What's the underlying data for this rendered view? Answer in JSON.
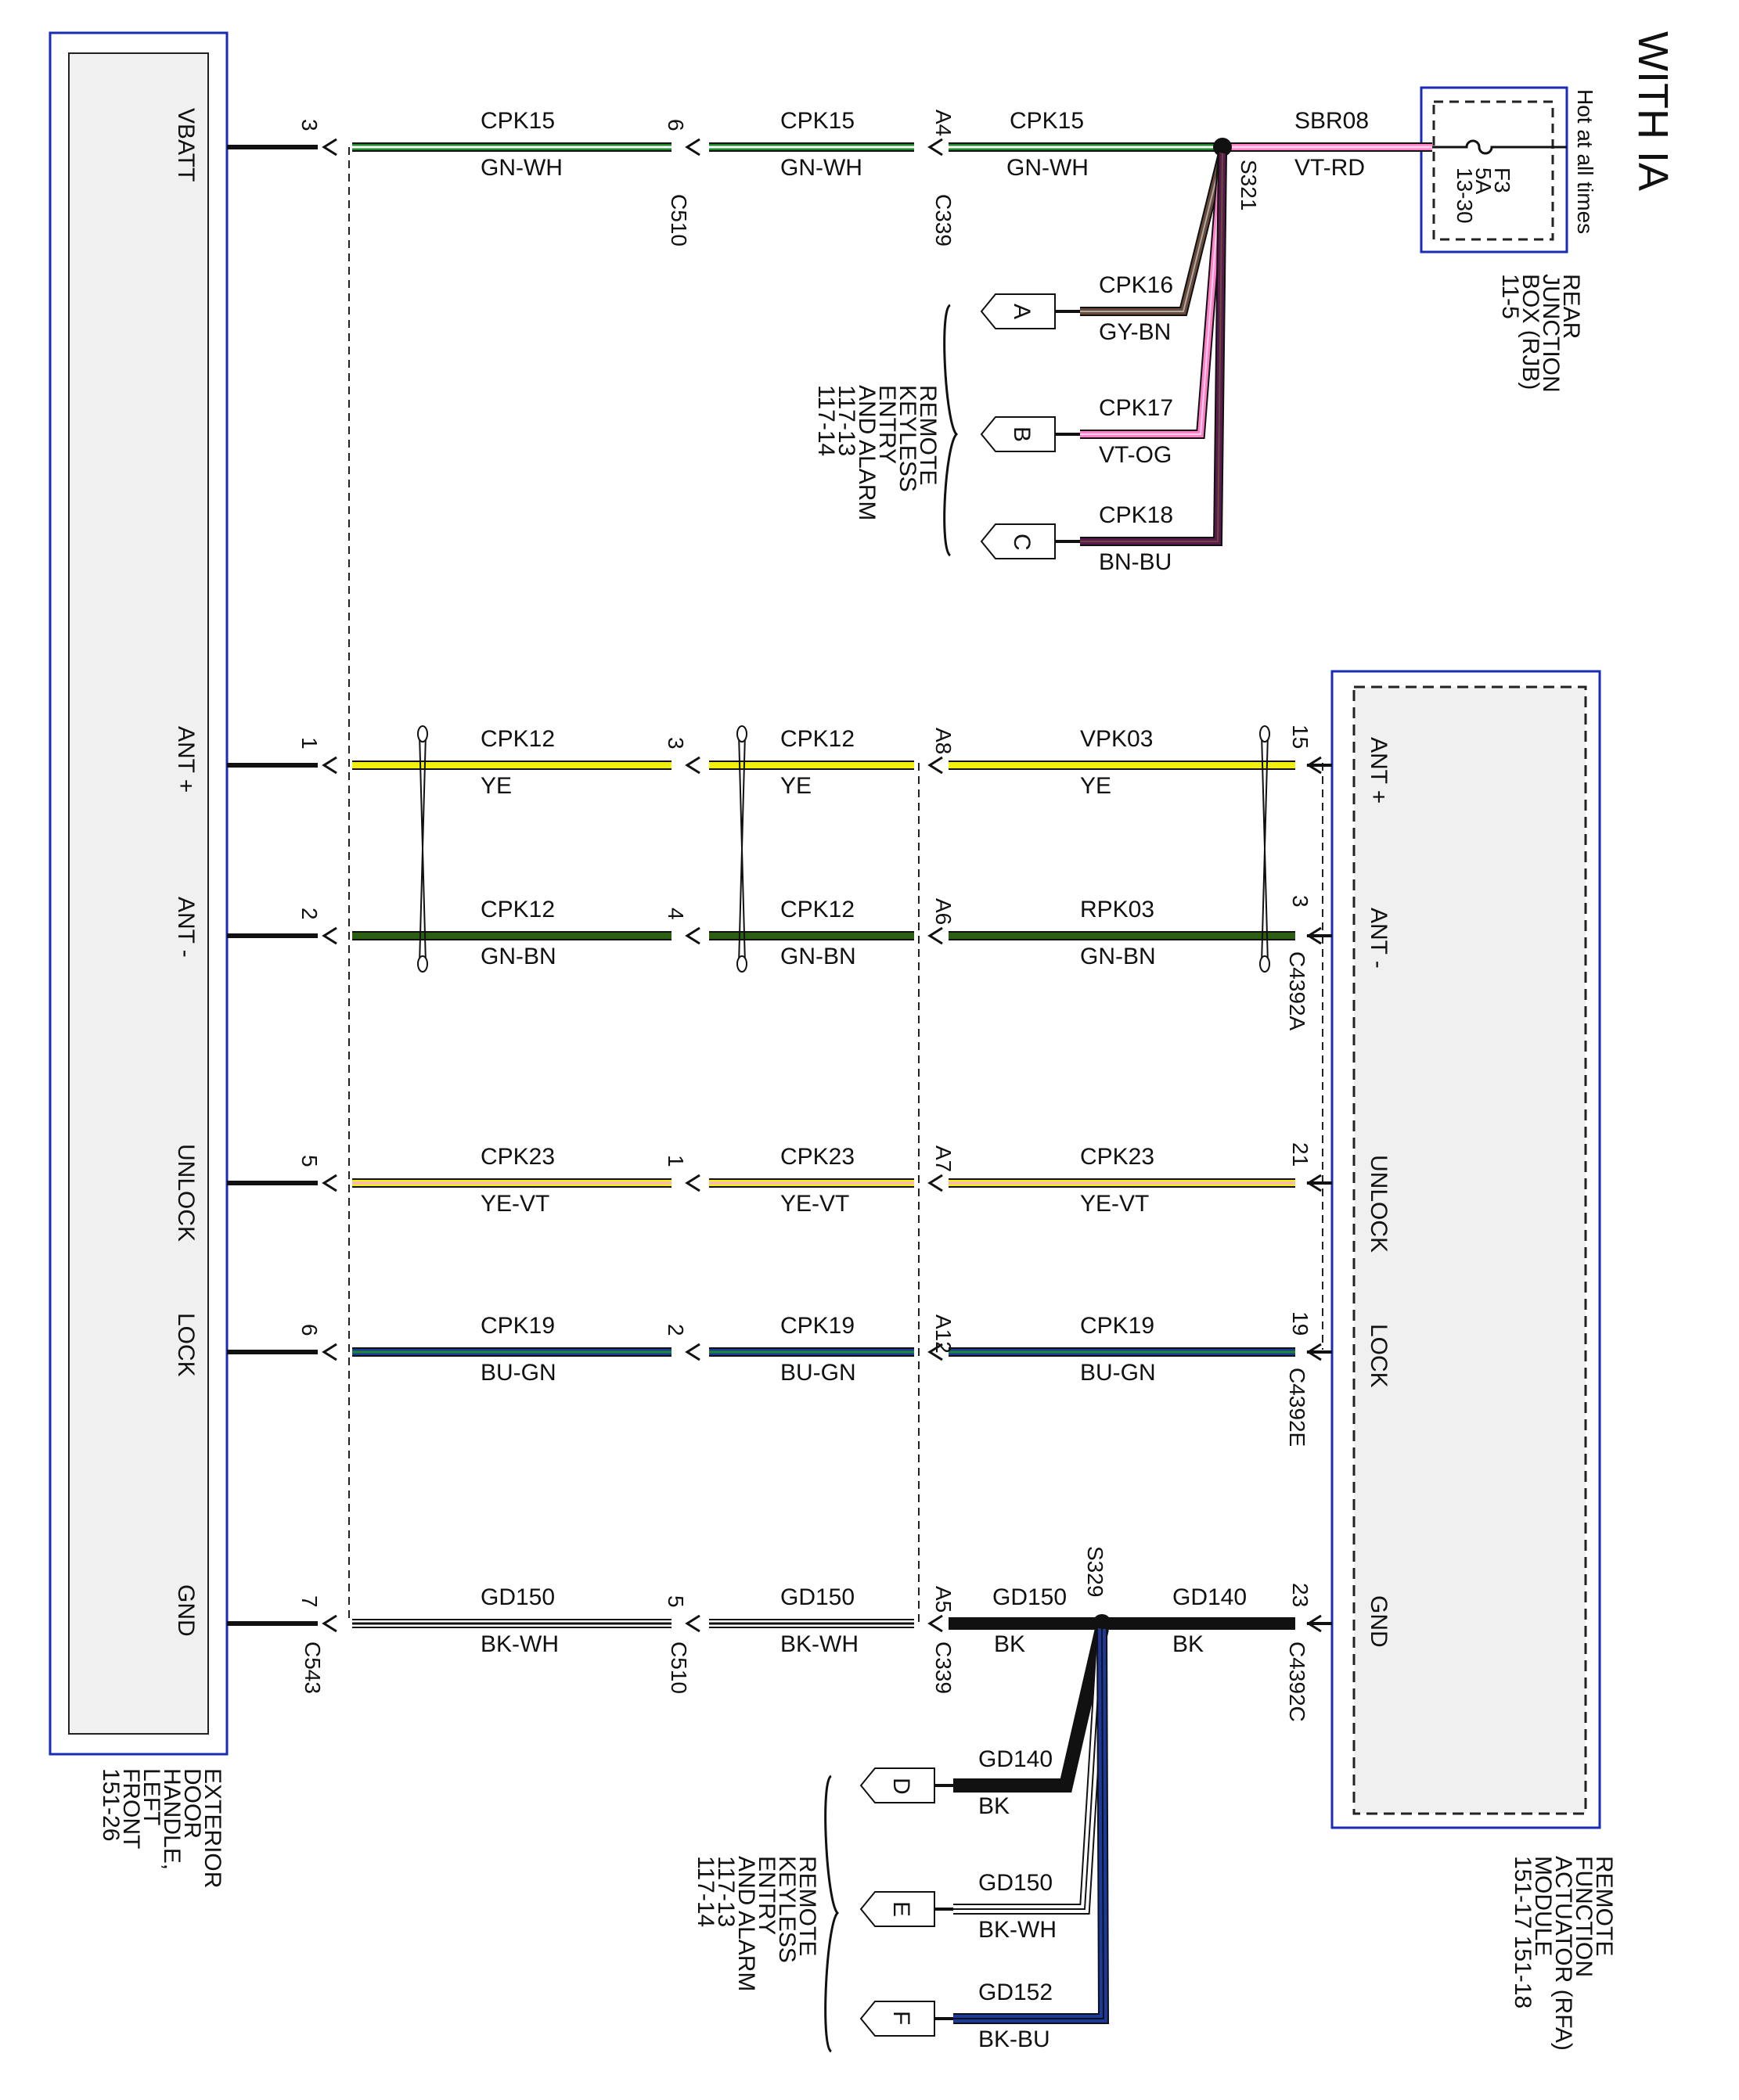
{
  "title": "WITH IA",
  "modules": {
    "left": {
      "name_lines": [
        "EXTERIOR",
        "DOOR",
        "HANDLE,",
        "LEFT",
        "FRONT",
        "151-26"
      ]
    },
    "rfa": {
      "name_lines": [
        "REMOTE",
        "FUNCTION",
        "ACTUATOR (RFA)",
        "MODULE",
        "151-17     151-18"
      ]
    },
    "rjb": {
      "name_lines": [
        "REAR",
        "JUNCTION",
        "BOX (RJB)",
        "11-5"
      ],
      "hot": "Hot at all times",
      "fuse_lines": [
        "F3",
        "5A",
        "13-30"
      ]
    }
  },
  "left_pins": [
    "VBATT",
    "ANT +",
    "ANT -",
    "UNLOCK",
    "LOCK",
    "GND"
  ],
  "right_pins": [
    "ANT +",
    "ANT -",
    "UNLOCK",
    "LOCK",
    "GND"
  ],
  "connectors": {
    "c543": "C543",
    "c510": "C510",
    "c339": "C339",
    "c4392a": "C4392A",
    "c4392e": "C4392E",
    "c4392c": "C4392C"
  },
  "splices": {
    "s321": "S321",
    "s329": "S329"
  },
  "pin_numbers": {
    "c543": [
      "3",
      "1",
      "2",
      "5",
      "6",
      "7"
    ],
    "c510": [
      "6",
      "3",
      "4",
      "1",
      "2",
      "5"
    ],
    "c339": [
      "A4",
      "A8",
      "A6",
      "A7",
      "A12",
      "A5"
    ],
    "rfa": [
      "15",
      "3",
      "21",
      "19",
      "23"
    ]
  },
  "wires": {
    "vbatt": [
      {
        "circuit": "CPK15",
        "color": "GN-WH"
      },
      {
        "circuit": "CPK15",
        "color": "GN-WH"
      },
      {
        "circuit": "CPK15",
        "color": "GN-WH"
      }
    ],
    "sbr": {
      "circuit": "SBR08",
      "color": "VT-RD"
    },
    "ant_pos": [
      {
        "circuit": "CPK12",
        "color": "YE"
      },
      {
        "circuit": "CPK12",
        "color": "YE"
      },
      {
        "circuit": "VPK03",
        "color": "YE"
      }
    ],
    "ant_neg": [
      {
        "circuit": "CPK12",
        "color": "GN-BN"
      },
      {
        "circuit": "CPK12",
        "color": "GN-BN"
      },
      {
        "circuit": "RPK03",
        "color": "GN-BN"
      }
    ],
    "unlock": [
      {
        "circuit": "CPK23",
        "color": "YE-VT"
      },
      {
        "circuit": "CPK23",
        "color": "YE-VT"
      },
      {
        "circuit": "CPK23",
        "color": "YE-VT"
      }
    ],
    "lock": [
      {
        "circuit": "CPK19",
        "color": "BU-GN"
      },
      {
        "circuit": "CPK19",
        "color": "BU-GN"
      },
      {
        "circuit": "CPK19",
        "color": "BU-GN"
      }
    ],
    "gnd": [
      {
        "circuit": "GD150",
        "color": "BK-WH"
      },
      {
        "circuit": "GD150",
        "color": "BK-WH"
      },
      {
        "circuit": "GD150",
        "color": "BK"
      },
      {
        "circuit": "GD140",
        "color": "BK"
      }
    ]
  },
  "branches_top": [
    {
      "letter": "A",
      "circuit": "CPK16",
      "color": "GY-BN"
    },
    {
      "letter": "B",
      "circuit": "CPK17",
      "color": "VT-OG"
    },
    {
      "letter": "C",
      "circuit": "CPK18",
      "color": "BN-BU"
    }
  ],
  "branches_bottom": [
    {
      "letter": "D",
      "circuit": "GD140",
      "color": "BK"
    },
    {
      "letter": "E",
      "circuit": "GD150",
      "color": "BK-WH"
    },
    {
      "letter": "F",
      "circuit": "GD152",
      "color": "BK-BU"
    }
  ],
  "ref_top_lines": [
    "REMOTE",
    "KEYLESS",
    "ENTRY",
    "AND ALARM",
    "117-13",
    "117-14"
  ],
  "ref_bottom_lines": [
    "REMOTE",
    "KEYLESS",
    "ENTRY",
    "AND ALARM",
    "117-13",
    "117-14"
  ],
  "colors": {
    "module_border": "#1a2bb8",
    "module_fill": "#f0f0f0",
    "green_white": "#1f8a2a",
    "dark_green": "#2c5e14",
    "yellow": "#f2ee10",
    "pink": "#ff7fc8",
    "blue": "#1a3aa0",
    "brown": "#6b4a3a",
    "purple": "#5a1a50"
  }
}
